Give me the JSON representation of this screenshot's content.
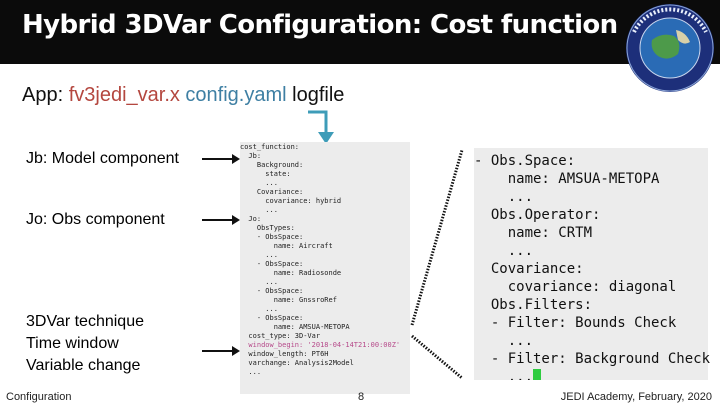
{
  "header": {
    "title": "Hybrid 3DVar Configuration: Cost function"
  },
  "subtitle": {
    "app_prefix": "App: ",
    "command": "fv3jedi_var.x",
    "config": " config.yaml",
    "suffix": " logfile"
  },
  "labels": {
    "jb": "Jb: Model component",
    "jo": "Jo: Obs component",
    "technique": "3DVar technique",
    "time_window": "Time window",
    "variable_change": "Variable change"
  },
  "code_lines": [
    "cost_function:",
    "  Jb:",
    "    Background:",
    "      state:",
    "      ...",
    "    Covariance:",
    "      covariance: hybrid",
    "      ...",
    "  Jo:",
    "    ObsTypes:",
    "    - ObsSpace:",
    "        name: Aircraft",
    "      ...",
    "    - ObsSpace:",
    "        name: Radiosonde",
    "      ...",
    "    - ObsSpace:",
    "        name: GnssroRef",
    "      ...",
    "    - ObsSpace:",
    "        name: AMSUA-METOPA",
    "  cost_type: 3D-Var",
    "  window_begin: '2018-04-14T21:00:00Z'",
    "  window_length: PT6H",
    "  varchange: Analysis2Model",
    "  ..."
  ],
  "zoom_lines": [
    "- Obs.Space:",
    "    name: AMSUA-METOPA",
    "    ...",
    "  Obs.Operator:",
    "    name: CRTM",
    "    ...",
    "  Covariance:",
    "    covariance: diagonal",
    "  Obs.Filters:",
    "  - Filter: Bounds Check",
    "    ...",
    "  - Filter: Background Check",
    "    ..."
  ],
  "footer": {
    "left": "Configuration",
    "page": "8",
    "right": "JEDI Academy, February, 2020"
  },
  "colors": {
    "header_bg": "#0b0b0b",
    "teal_arrow": "#3e9cb8",
    "code_key": "#2e7f8f",
    "code_string": "#b64a8a",
    "dash_red": "#c0392b"
  }
}
